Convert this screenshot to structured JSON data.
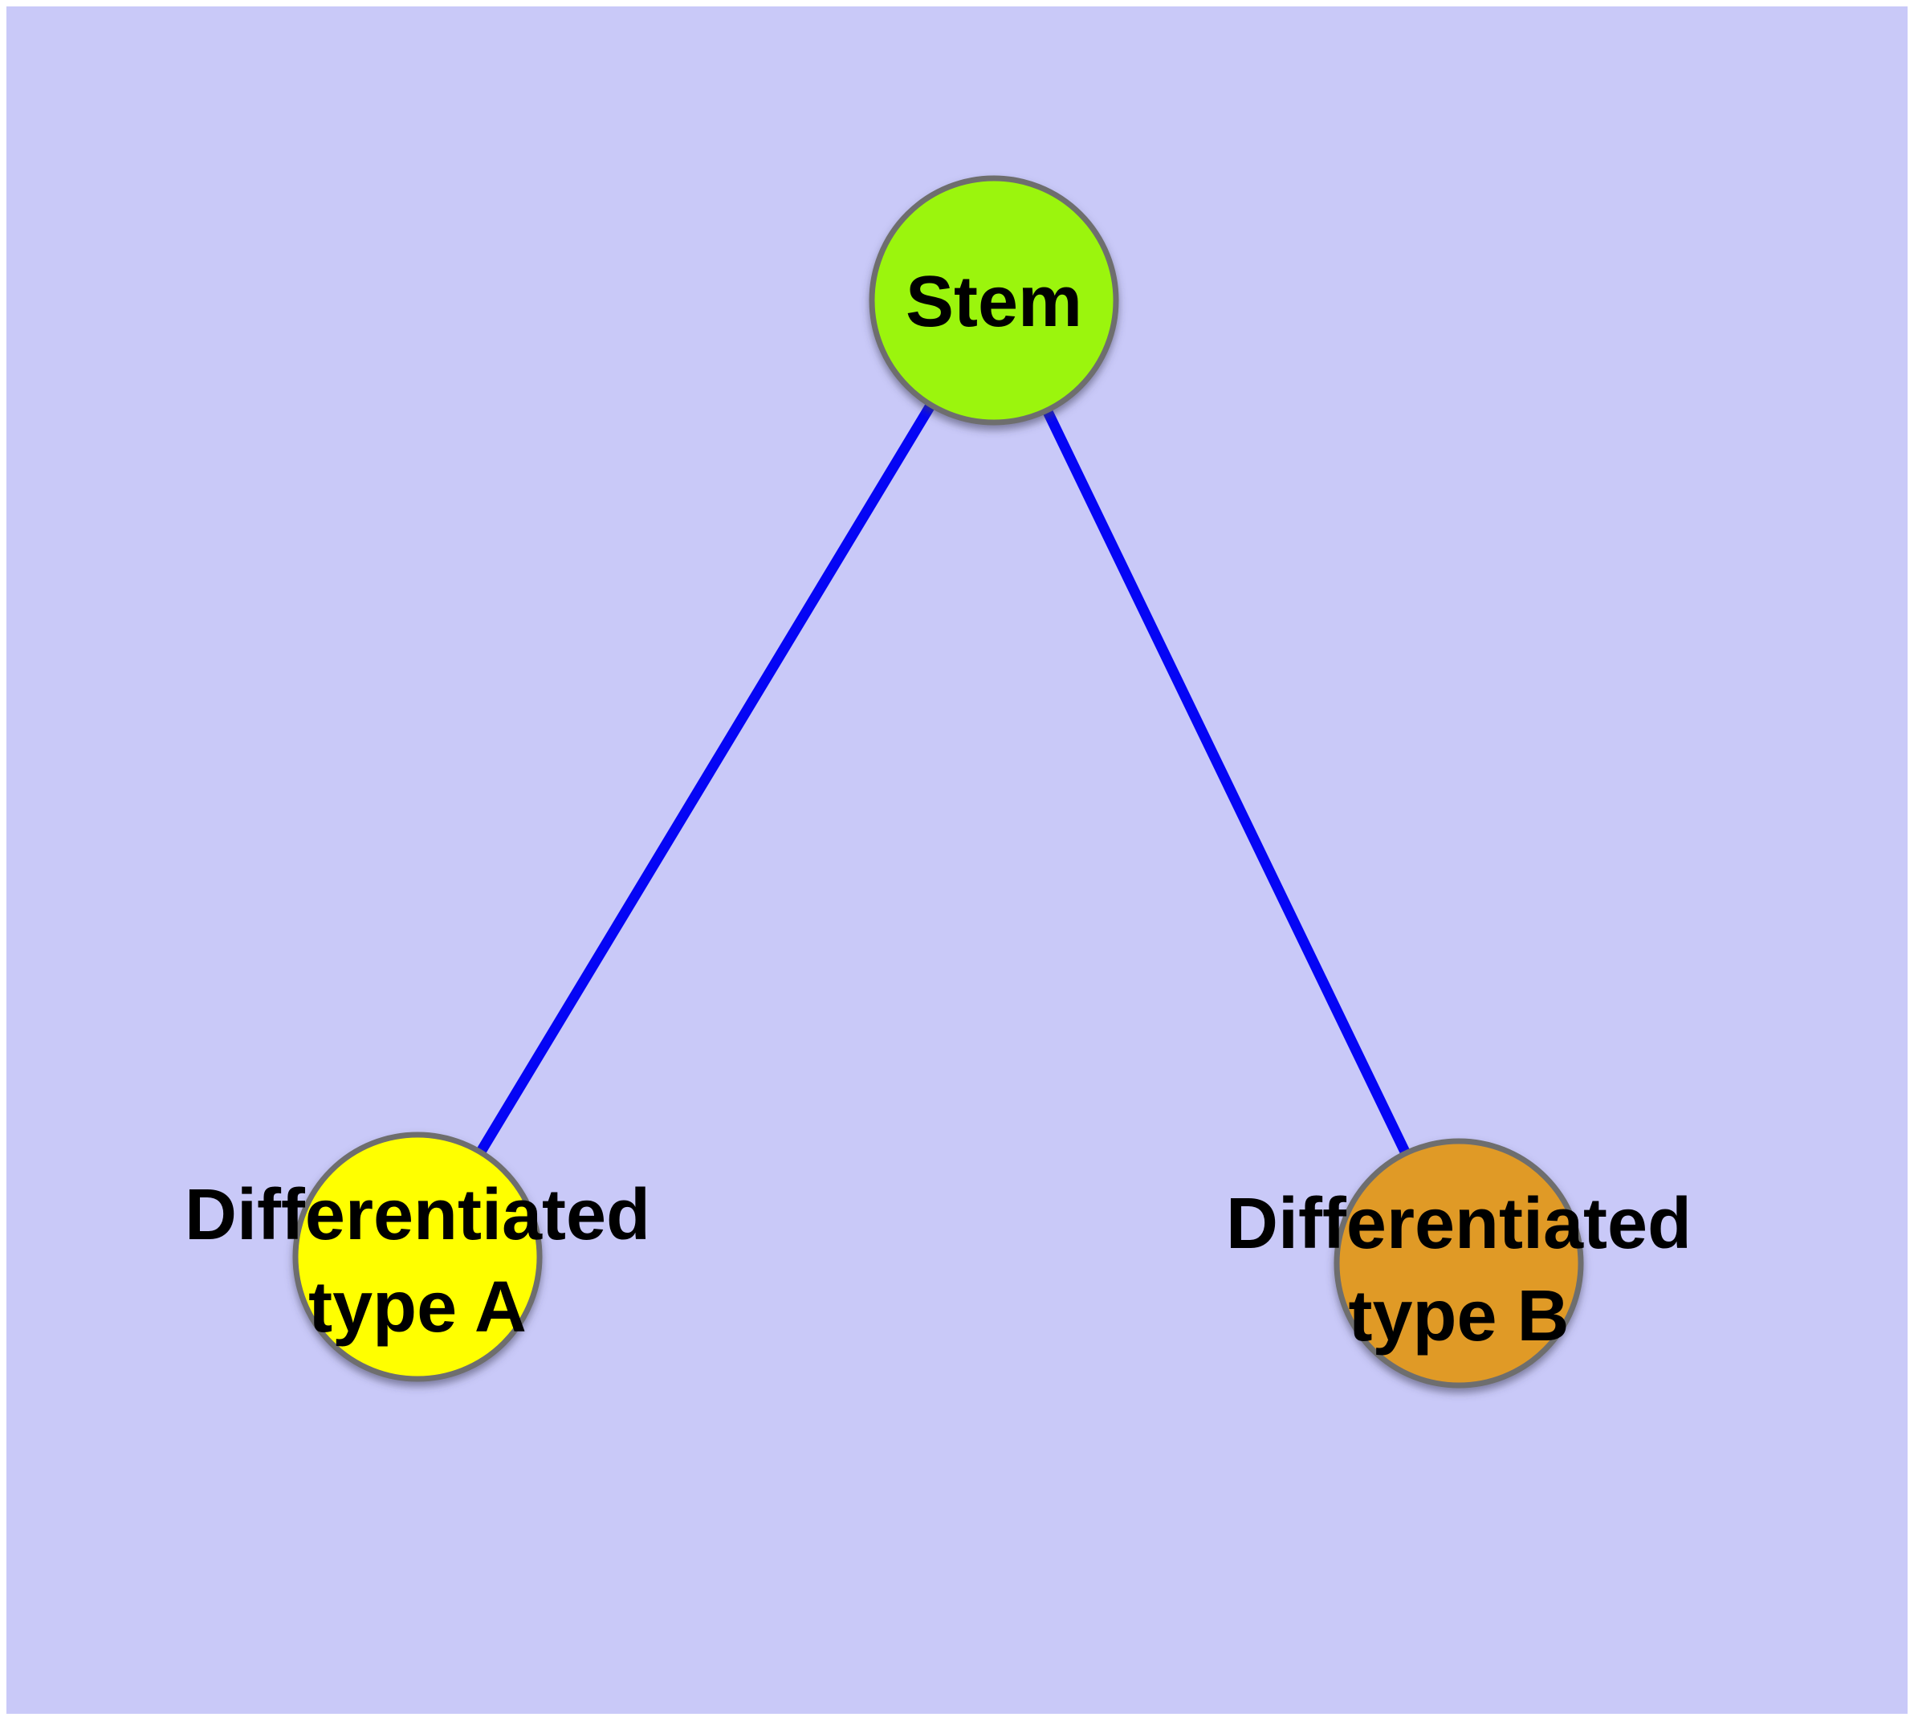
{
  "diagram": {
    "type": "node-link-graph",
    "background_color": "#C9C9F8",
    "page_margin_color": "#FFFFFF",
    "edge_color": "#0505F5",
    "node_border_color": "#6E6E6E",
    "label_color": "#000000",
    "nodes": {
      "stem": {
        "label": "Stem",
        "fill": "#9BF50D"
      },
      "type_a": {
        "label_line1": "Differentiated",
        "label_line2": "type A",
        "fill": "#FFFF00"
      },
      "type_b": {
        "label_line1": "Differentiated",
        "label_line2": "type B",
        "fill": "#E09A28"
      }
    },
    "edges": [
      {
        "from": "Stem",
        "to": "Differentiated type A"
      },
      {
        "from": "Stem",
        "to": "Differentiated type B"
      }
    ]
  }
}
